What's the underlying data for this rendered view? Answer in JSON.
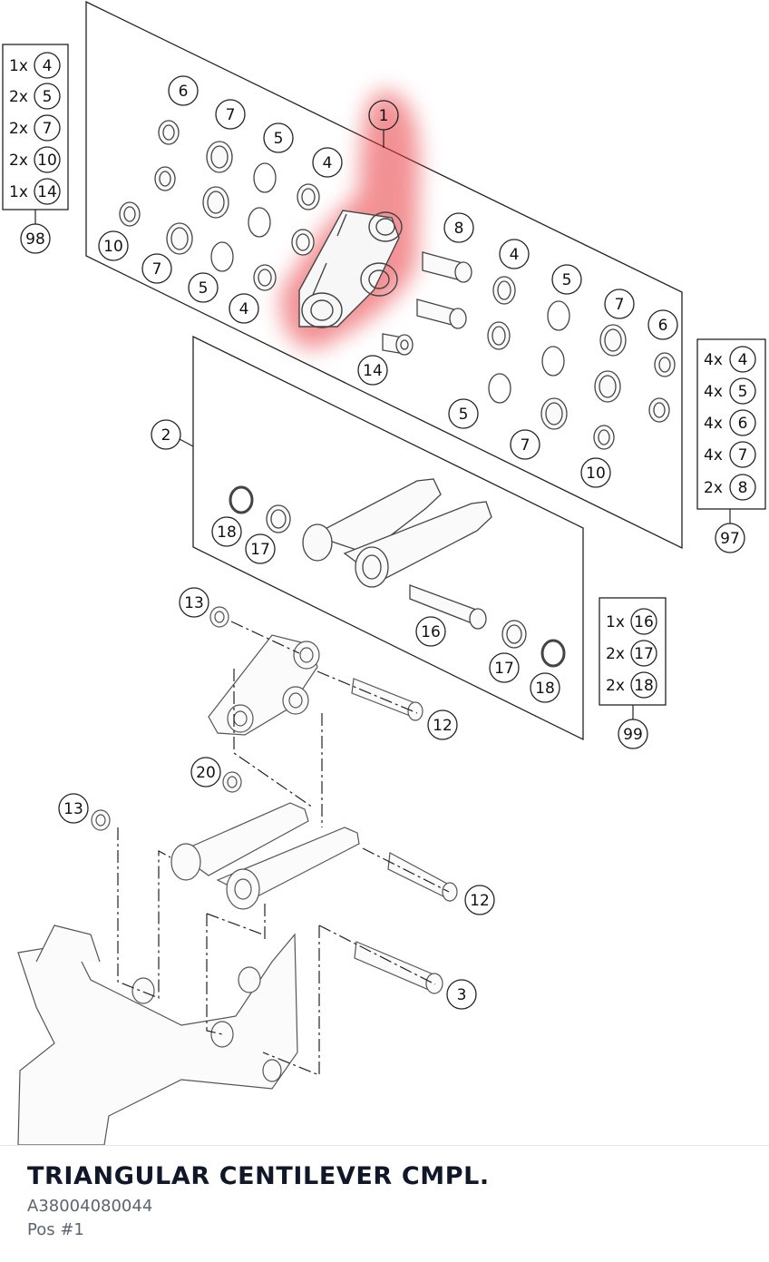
{
  "part": {
    "title": "TRIANGULAR CENTILEVER CMPL.",
    "number": "A38004080044",
    "position": "Pos #1"
  },
  "highlight_color": "#e8383d",
  "callouts": {
    "c1": "1",
    "c2": "2",
    "c3": "3",
    "c4a": "4",
    "c4b": "4",
    "c4c": "4",
    "c5a": "5",
    "c5b": "5",
    "c5c": "5",
    "c5d": "5",
    "c6a": "6",
    "c6b": "6",
    "c7a": "7",
    "c7b": "7",
    "c7c": "7",
    "c7d": "7",
    "c8": "8",
    "c10a": "10",
    "c10b": "10",
    "c12a": "12",
    "c12b": "12",
    "c13a": "13",
    "c13b": "13",
    "c14": "14",
    "c16": "16",
    "c17a": "17",
    "c17b": "17",
    "c18a": "18",
    "c18b": "18",
    "c20": "20"
  },
  "kits": {
    "k98": {
      "id": "98",
      "rows": [
        {
          "qty": "1x",
          "part": "4"
        },
        {
          "qty": "2x",
          "part": "5"
        },
        {
          "qty": "2x",
          "part": "7"
        },
        {
          "qty": "2x",
          "part": "10"
        },
        {
          "qty": "1x",
          "part": "14"
        }
      ]
    },
    "k97": {
      "id": "97",
      "rows": [
        {
          "qty": "4x",
          "part": "4"
        },
        {
          "qty": "4x",
          "part": "5"
        },
        {
          "qty": "4x",
          "part": "6"
        },
        {
          "qty": "4x",
          "part": "7"
        },
        {
          "qty": "2x",
          "part": "8"
        }
      ]
    },
    "k99": {
      "id": "99",
      "rows": [
        {
          "qty": "1x",
          "part": "16"
        },
        {
          "qty": "2x",
          "part": "17"
        },
        {
          "qty": "2x",
          "part": "18"
        }
      ]
    }
  }
}
